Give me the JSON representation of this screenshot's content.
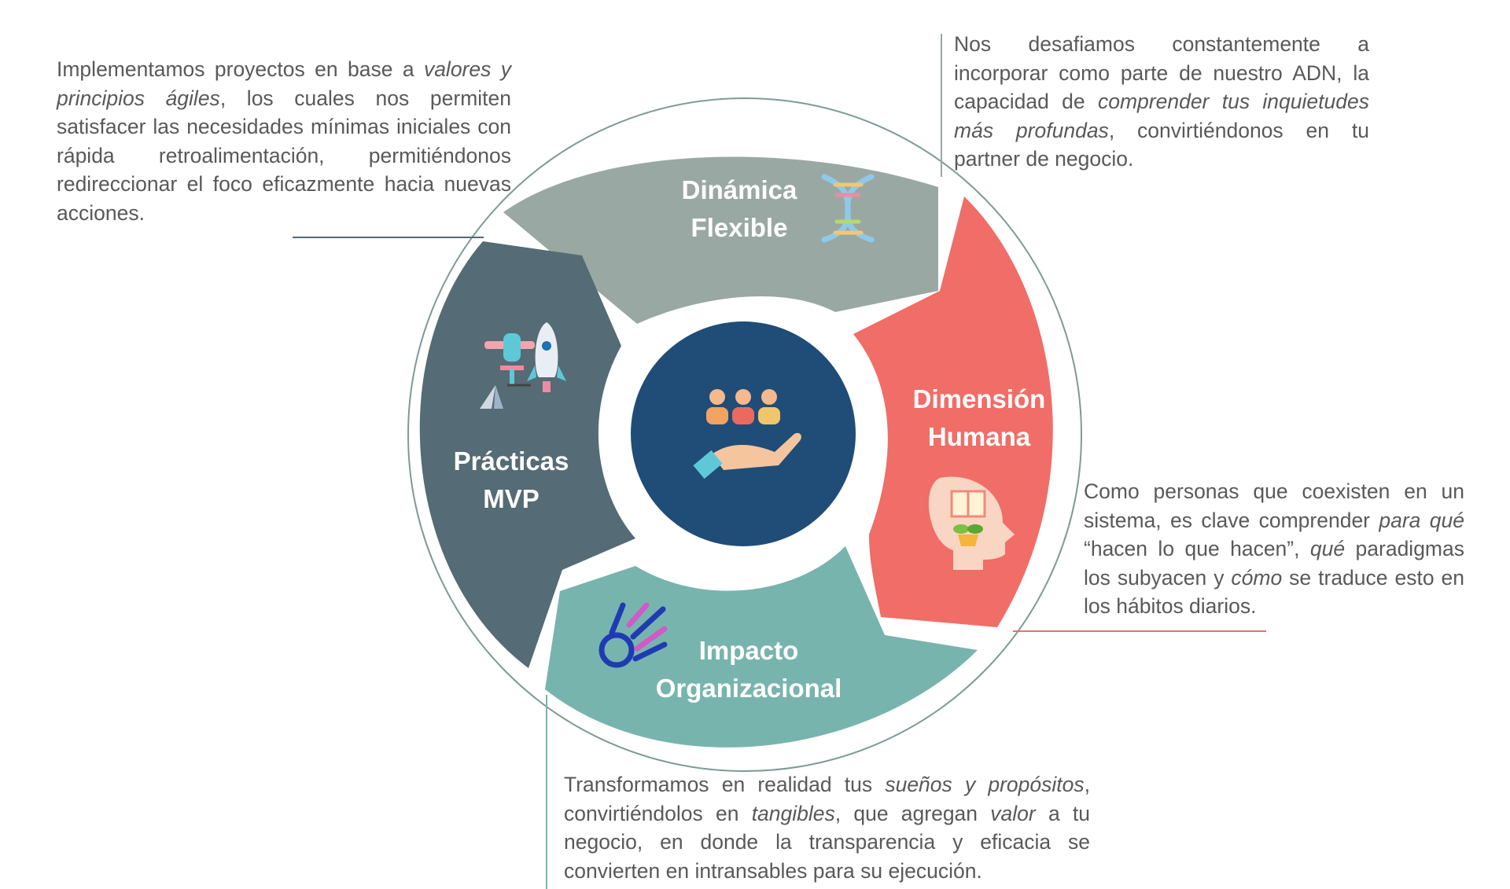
{
  "segments": {
    "top": {
      "line1": "Dinámica",
      "line2": "Flexible",
      "color": "#9aa8a3",
      "icon": "dna-icon"
    },
    "right": {
      "line1": "Dimensión",
      "line2": "Humana",
      "color": "#f16d67",
      "icon": "head-book-plant-icon"
    },
    "bottom": {
      "line1": "Impacto",
      "line2": "Organizacional",
      "color": "#78b4ae",
      "icon": "comet-icon"
    },
    "left": {
      "line1": "Prácticas",
      "line2": "MVP",
      "color": "#556b75",
      "icon": "plane-rocket-icon"
    }
  },
  "center": {
    "color": "#1f4d78",
    "icon": "people-hand-icon"
  },
  "descriptions": {
    "top_left": [
      {
        "text": "Implementamos proyectos en base a ",
        "italic": false
      },
      {
        "text": "valores y principios ágiles",
        "italic": true
      },
      {
        "text": ", los cuales nos permiten satisfacer las necesidades mínimas iniciales con rápida retroalimentación, permitiéndonos redireccionar el foco eficazmente hacia nuevas acciones.",
        "italic": false
      }
    ],
    "top_right": [
      {
        "text": "Nos desafiamos constantemente a incorporar como parte de nuestro ADN, la capacidad de ",
        "italic": false
      },
      {
        "text": "comprender tus inquietudes más profundas",
        "italic": true
      },
      {
        "text": ", convirtiéndonos en tu partner de negocio.",
        "italic": false
      }
    ],
    "right": [
      {
        "text": "Como personas que coexisten en un sistema, es clave comprender ",
        "italic": false
      },
      {
        "text": "para qué",
        "italic": true
      },
      {
        "text": " “hacen lo que hacen”, ",
        "italic": false
      },
      {
        "text": "qué",
        "italic": true
      },
      {
        "text": " paradigmas los subyacen y ",
        "italic": false
      },
      {
        "text": "cómo",
        "italic": true
      },
      {
        "text": " se traduce esto en los hábitos diarios.",
        "italic": false
      }
    ],
    "bottom": [
      {
        "text": "Transformamos en realidad tus ",
        "italic": false
      },
      {
        "text": "sueños y propósitos",
        "italic": true
      },
      {
        "text": ", convirtiéndolos en ",
        "italic": false
      },
      {
        "text": "tangibles",
        "italic": true
      },
      {
        "text": ", que agregan ",
        "italic": false
      },
      {
        "text": "valor",
        "italic": true
      },
      {
        "text": " a tu negocio, en donde la transparencia y eficacia se convierten en intransables para su ejecución.",
        "italic": false
      }
    ]
  }
}
